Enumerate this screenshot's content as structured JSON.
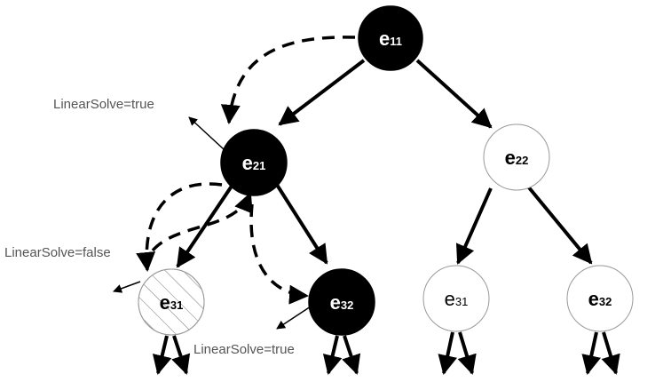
{
  "colors": {
    "filled_node": "#000000",
    "empty_node": "#ffffff",
    "outline": "#000000",
    "annotation_text": "#555555",
    "hatch": "#777777"
  },
  "nodes": [
    {
      "id": "n11",
      "letter": "e",
      "subscript": "11",
      "style": "filled"
    },
    {
      "id": "n21",
      "letter": "e",
      "subscript": "21",
      "style": "filled"
    },
    {
      "id": "n22",
      "letter": "e",
      "subscript": "22",
      "style": "empty"
    },
    {
      "id": "n31a",
      "letter": "e",
      "subscript": "31",
      "style": "hatched"
    },
    {
      "id": "n32a",
      "letter": "e",
      "subscript": "32",
      "style": "filled"
    },
    {
      "id": "n31b",
      "letter": "e",
      "subscript": "31",
      "style": "empty"
    },
    {
      "id": "n32b",
      "letter": "e",
      "subscript": "32",
      "style": "empty"
    }
  ],
  "tree_edges": [
    {
      "from": "n11",
      "to": "n21"
    },
    {
      "from": "n11",
      "to": "n22"
    },
    {
      "from": "n21",
      "to": "n31a"
    },
    {
      "from": "n21",
      "to": "n32a"
    },
    {
      "from": "n22",
      "to": "n31b"
    },
    {
      "from": "n22",
      "to": "n32b"
    }
  ],
  "annotations": [
    {
      "id": "a21",
      "text": "LinearSolve=true"
    },
    {
      "id": "a31",
      "text": "LinearSolve=false"
    },
    {
      "id": "a32",
      "text": "LinearSolve=true"
    }
  ]
}
